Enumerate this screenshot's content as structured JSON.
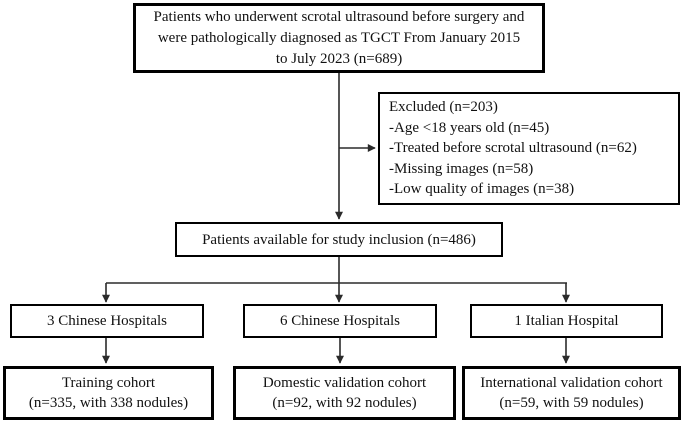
{
  "flowchart": {
    "initial_box": {
      "lines": [
        "Patients who underwent scrotal ultrasound before surgery and",
        "were pathologically diagnosed as TGCT From January 2015",
        "to July 2023 (n=689)"
      ]
    },
    "excluded_box": {
      "title": "Excluded (n=203)",
      "items": [
        "-Age <18 years old (n=45)",
        "-Treated before scrotal ultrasound (n=62)",
        "-Missing images (n=58)",
        "-Low quality of images (n=38)"
      ]
    },
    "inclusion_box": {
      "text": "Patients available for study inclusion (n=486)"
    },
    "branches": [
      {
        "source": "3 Chinese Hospitals",
        "cohort_name": "Training cohort",
        "cohort_detail": "(n=335, with 338 nodules)"
      },
      {
        "source": "6 Chinese Hospitals",
        "cohort_name": "Domestic validation cohort",
        "cohort_detail": "(n=92, with 92 nodules)"
      },
      {
        "source": "1 Italian Hospital",
        "cohort_name": "International validation cohort",
        "cohort_detail": "(n=59, with 59 nodules)"
      }
    ],
    "colors": {
      "box_border": "#000000",
      "connector": "#2b2b2b",
      "background": "#ffffff",
      "text": "#111111"
    }
  }
}
